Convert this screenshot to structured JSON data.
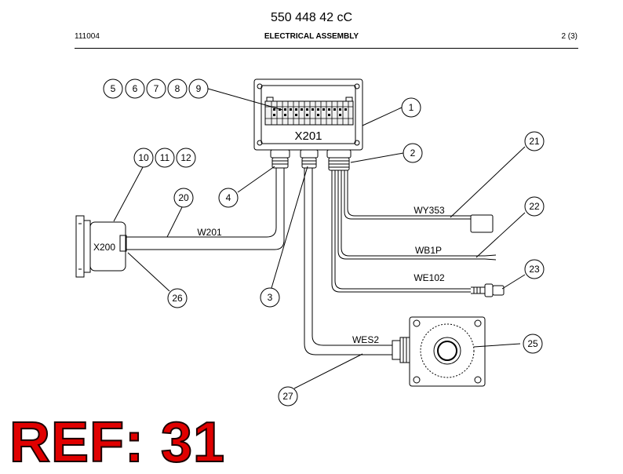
{
  "header": {
    "doc_number": "550 448 42 cC",
    "code": "111004",
    "title": "ELECTRICAL ASSEMBLY",
    "page": "2 (3)"
  },
  "components": {
    "junction_box": "X201",
    "connector": "X200"
  },
  "cables": {
    "w201": "W201",
    "wy353": "WY353",
    "wb1p": "WB1P",
    "we102": "WE102",
    "wes2": "WES2"
  },
  "callouts": {
    "c1": "1",
    "c2": "2",
    "c3": "3",
    "c4": "4",
    "c5": "5",
    "c6": "6",
    "c7": "7",
    "c8": "8",
    "c9": "9",
    "c10": "10",
    "c11": "11",
    "c12": "12",
    "c20": "20",
    "c21": "21",
    "c22": "22",
    "c23": "23",
    "c25": "25",
    "c26": "26",
    "c27": "27"
  },
  "ref_label": "REF: 31"
}
